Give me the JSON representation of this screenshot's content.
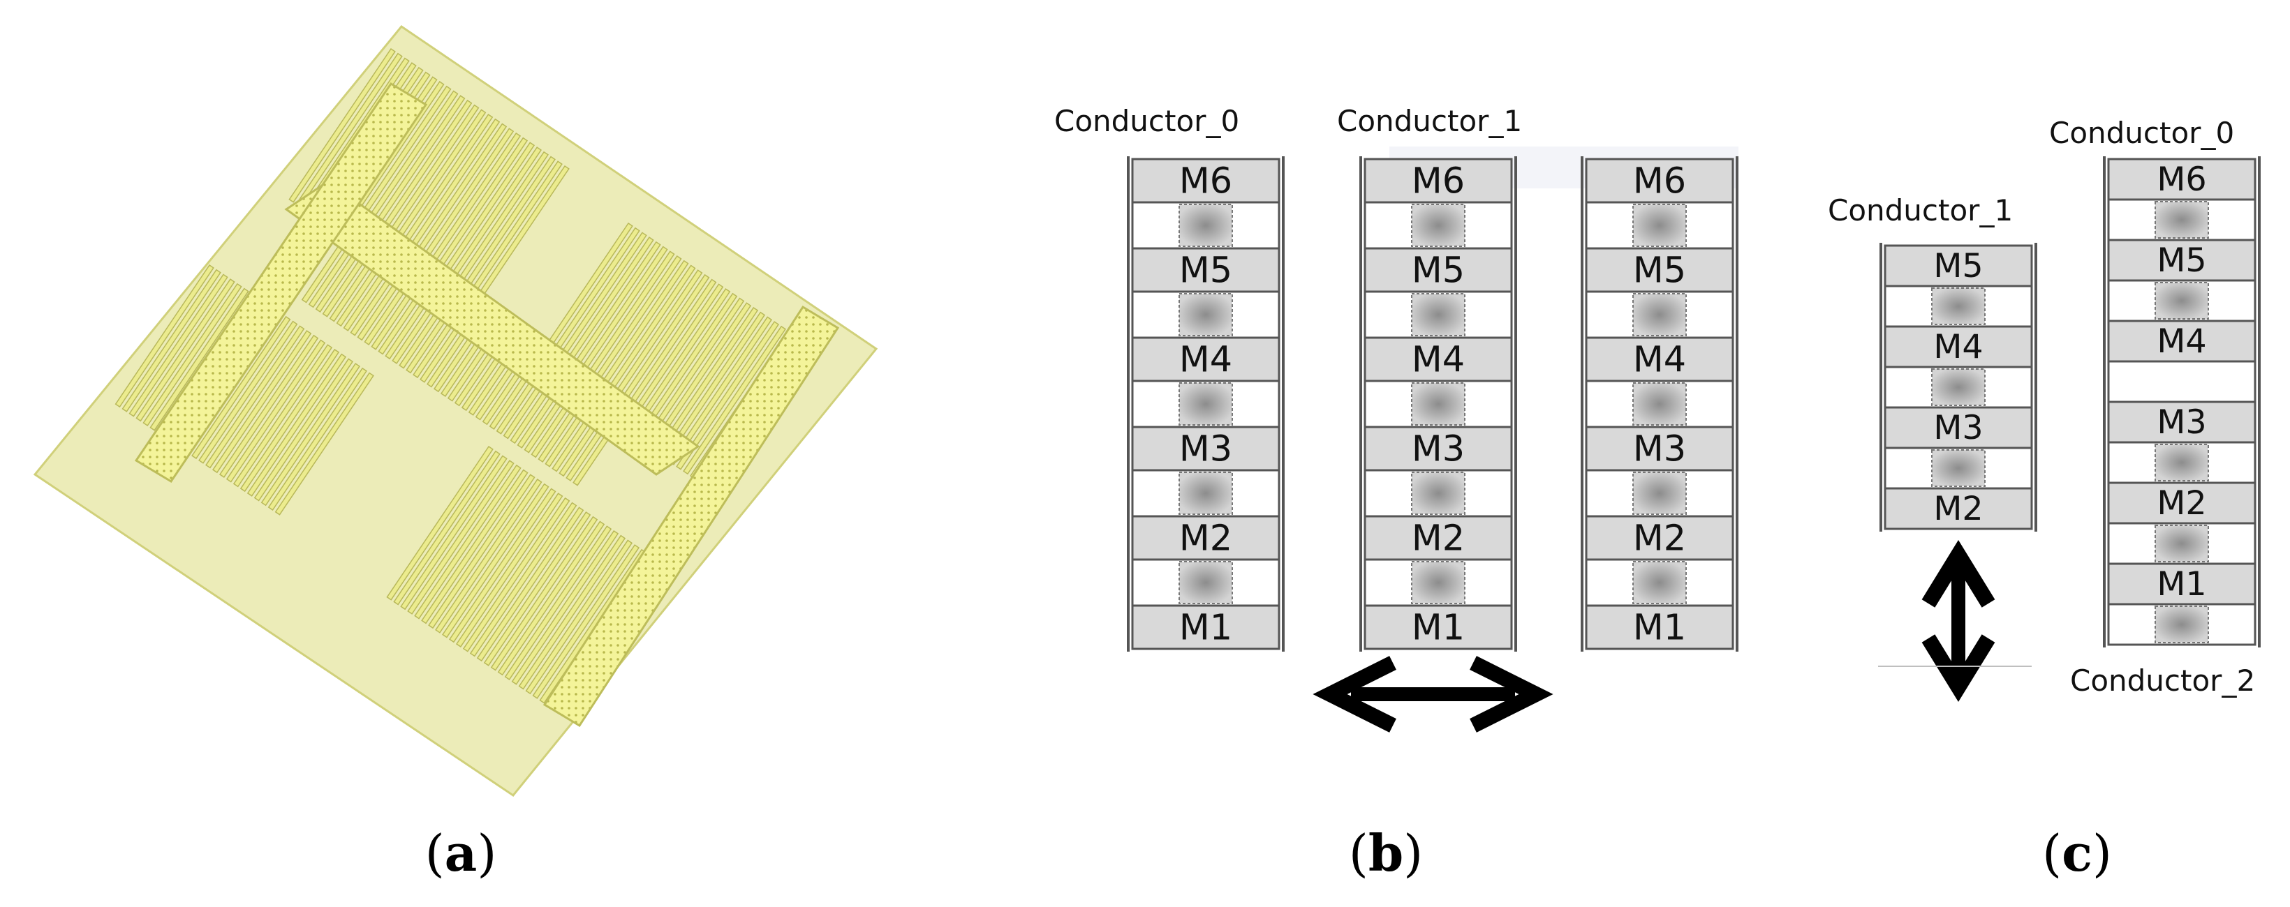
{
  "panel_a": {
    "caption_letter": "a"
  },
  "panel_b": {
    "caption_letter": "b",
    "conductor_0_label": "Conductor_0",
    "conductor_1_label": "Conductor_1",
    "metal_layers": [
      "M6",
      "M5",
      "M4",
      "M3",
      "M2",
      "M1"
    ]
  },
  "panel_c": {
    "caption_letter": "c",
    "conductor_0_label": "Conductor_0",
    "conductor_1_label": "Conductor_1",
    "conductor_2_label": "Conductor_2",
    "conductor_1_layers": [
      "M5",
      "M4",
      "M3",
      "M2"
    ],
    "conductor_0_layers": [
      "M6",
      "M5",
      "M4",
      "M3",
      "M2",
      "M1"
    ]
  },
  "colors": {
    "structure_fill": "#f2f28c",
    "structure_edge": "#c9c95a",
    "layer_fill": "#d9d9d9",
    "via_fill": "#9a9a9a",
    "arrow": "#000000"
  }
}
